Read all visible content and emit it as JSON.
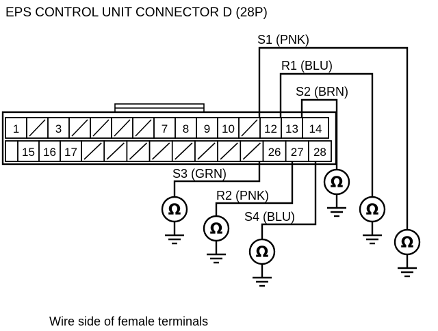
{
  "title": "EPS CONTROL UNIT CONNECTOR D (28P)",
  "caption": "Wire side of female terminals",
  "connector": {
    "top_row": [
      "1",
      "",
      "3",
      "",
      "",
      "",
      "",
      "7",
      "8",
      "9",
      "10",
      "",
      "12",
      "13",
      "14"
    ],
    "bottom_row": [
      "15",
      "16",
      "17",
      "",
      "",
      "",
      "",
      "",
      "",
      "",
      "",
      "26",
      "27",
      "28"
    ]
  },
  "wires": {
    "s1": "S1 (PNK)",
    "r1": "R1 (BLU)",
    "s2": "S2 (BRN)",
    "s3": "S3 (GRN)",
    "r2": "R2 (PNK)",
    "s4": "S4 (BLU)"
  },
  "meter_symbol": "Ω"
}
